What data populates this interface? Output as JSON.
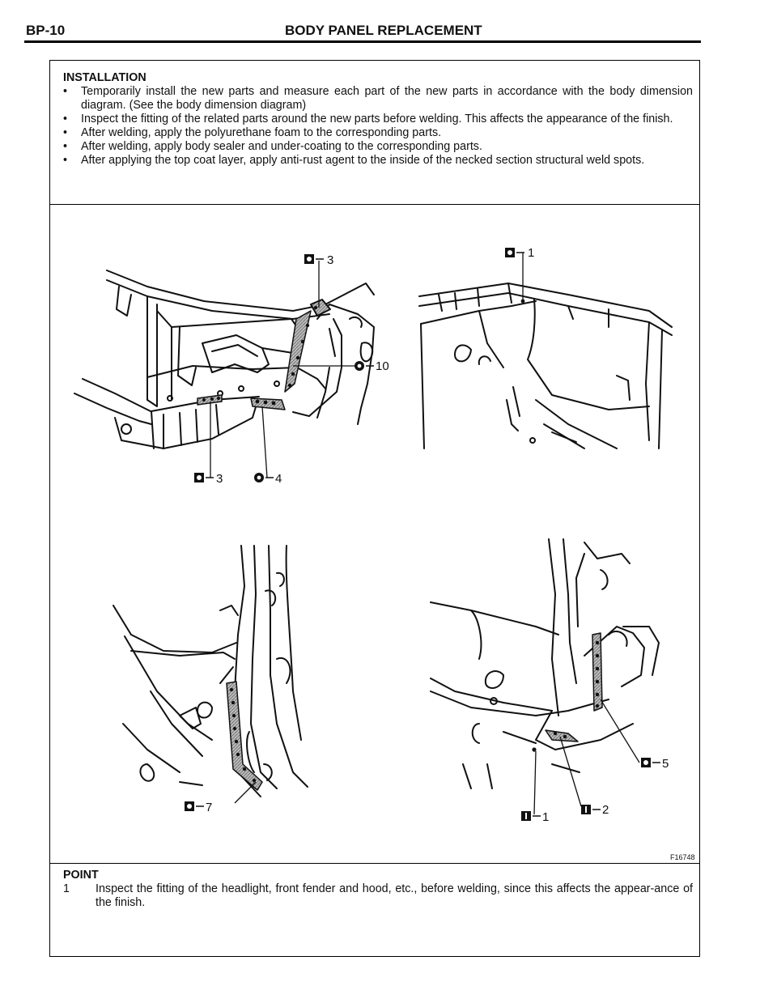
{
  "header": {
    "code": "BP-10",
    "title": "BODY PANEL REPLACEMENT"
  },
  "installation": {
    "heading": "INSTALLATION",
    "bullet": "•",
    "items": [
      "Temporarily install the new parts and measure each part of the new parts in accordance with the body dimension diagram. (See the body dimension diagram)",
      "Inspect the fitting of the related parts around the new parts before welding. This affects the appearance of the finish.",
      "After welding, apply the polyurethane foam to the corresponding parts.",
      "After welding, apply body sealer and under-coating to the corresponding parts.",
      "After applying the top coat layer, apply anti-rust agent to the inside of the necked section structural weld spots."
    ]
  },
  "figure": {
    "id": "F16748",
    "callouts": [
      {
        "label": "3",
        "icon": "spot-weld-icon"
      },
      {
        "label": "1",
        "icon": "spot-weld-icon"
      },
      {
        "label": "10",
        "icon": "plug-weld-icon"
      },
      {
        "label": "3",
        "icon": "spot-weld-icon"
      },
      {
        "label": "4",
        "icon": "plug-weld-icon"
      },
      {
        "label": "7",
        "icon": "spot-weld-icon"
      },
      {
        "label": "5",
        "icon": "spot-weld-icon"
      },
      {
        "label": "2",
        "icon": "i-marker-icon"
      },
      {
        "label": "1",
        "icon": "i-marker-icon"
      }
    ]
  },
  "point": {
    "heading": "POINT",
    "items": [
      {
        "num": "1",
        "text": "Inspect the fitting of the headlight, front fender and hood, etc., before welding, since this affects the appear-ance of the finish."
      }
    ]
  }
}
